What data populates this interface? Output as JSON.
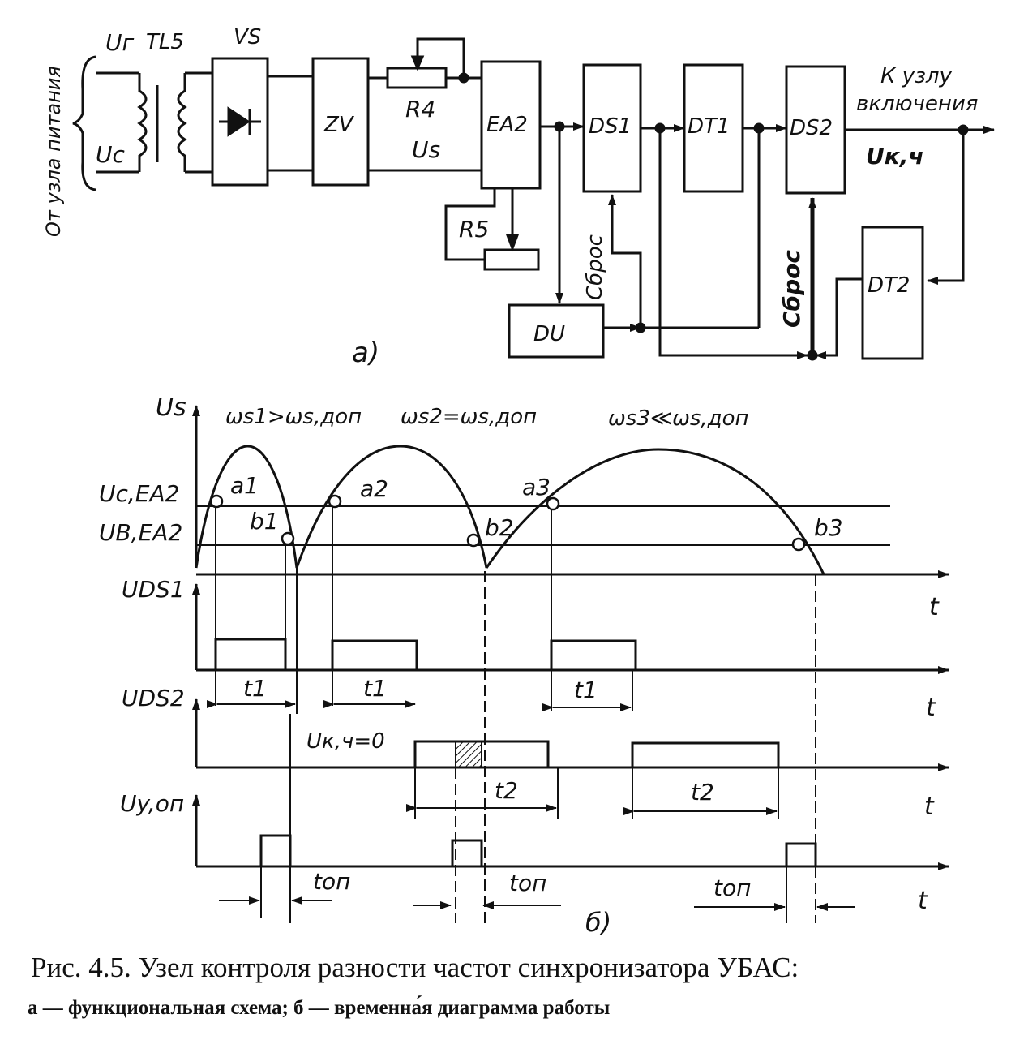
{
  "schematic": {
    "source_label": "От узла питания",
    "u_g": "Uг",
    "u_c": "Uс",
    "tl5": "TL5",
    "vs": "VS",
    "zv": "ZV",
    "r4": "R4",
    "us": "Us",
    "ea2": "EA2",
    "ds1": "DS1",
    "dt1": "DT1",
    "ds2": "DS2",
    "dt2": "DT2",
    "du": "DU",
    "r5": "R5",
    "reset_1": "Сброс",
    "reset_2": "Сброс",
    "output_line1": "К узлу",
    "output_line2": "включения",
    "u_kch": "Uк,ч",
    "panel_label": "а)"
  },
  "timing": {
    "u_s_axis": "Us",
    "omega_1": "ωs1>ωs,доп",
    "omega_2": "ωs2=ωs,доп",
    "omega_3": "ωs3≪ωs,доп",
    "u_c_ea2": "Uc,EA2",
    "u_b_ea2": "UB,EA2",
    "a1": "a1",
    "a2": "a2",
    "a3": "a3",
    "b1": "b1",
    "b2": "b2",
    "b3": "b3",
    "u_ds1": "UDS1",
    "u_ds2": "UDS2",
    "u_y_op": "Uy,оп",
    "t_axis": "t",
    "t1": "t1",
    "t2": "t2",
    "t_op": "tоп",
    "u_kch_zero": "Uк,ч=0",
    "panel_label": "б)"
  },
  "caption": {
    "title": "Рис. 4.5. Узел контроля разности частот синхронизатора УБАС:",
    "subtitle": "а — функциональная схема; б — временна́я диаграмма работы"
  },
  "colors": {
    "ink": "#111111",
    "paper": "#ffffff"
  }
}
